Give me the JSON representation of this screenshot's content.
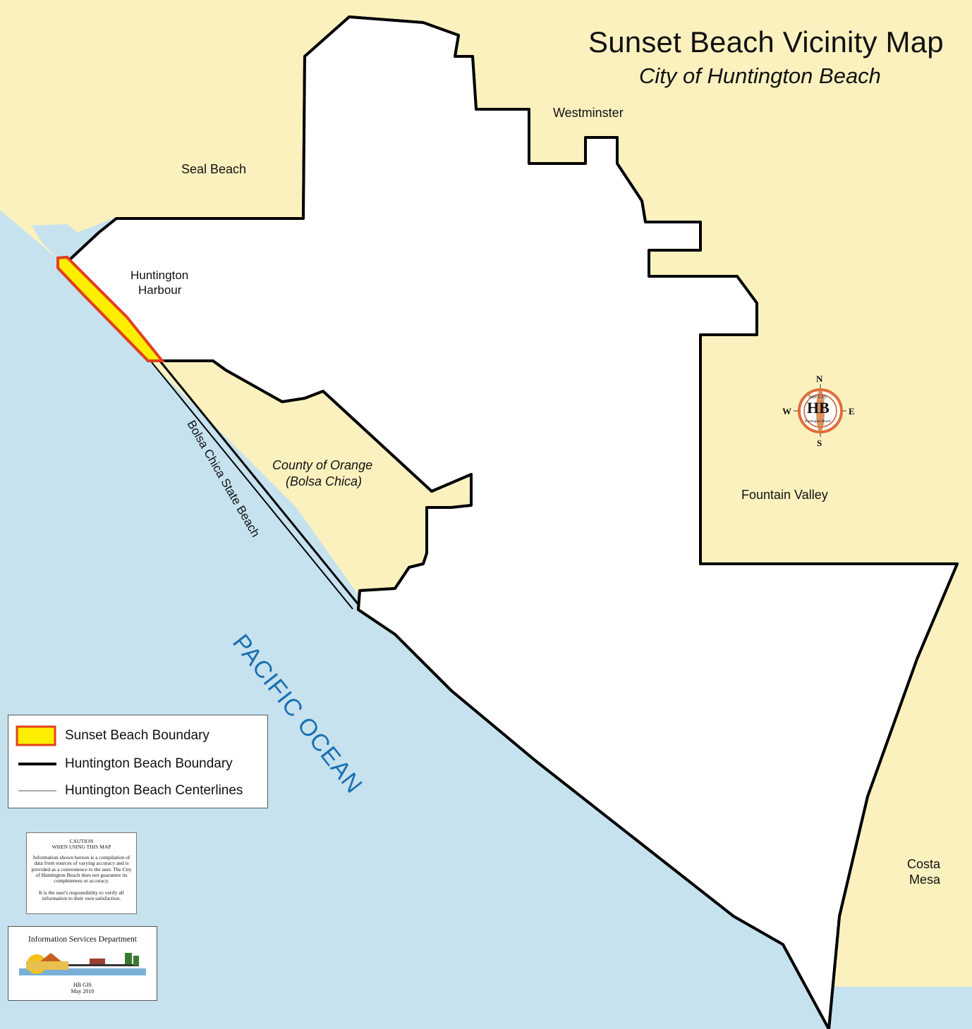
{
  "map": {
    "title": "Sunset Beach Vicinity Map",
    "subtitle": "City of Huntington Beach"
  },
  "places": {
    "westminster": "Westminster",
    "seal_beach": "Seal Beach",
    "huntington_harbour_1": "Huntington",
    "huntington_harbour_2": "Harbour",
    "county_1": "County of Orange",
    "county_2": "(Bolsa Chica)",
    "fountain_valley": "Fountain Valley",
    "costa_mesa_1": "Costa",
    "costa_mesa_2": "Mesa",
    "pacific_ocean": "PACIFIC OCEAN",
    "bolsa_chica_state_beach": "Bolsa Chica State Beach"
  },
  "compass": {
    "n": "N",
    "s": "S",
    "e": "E",
    "w": "W",
    "badge_top": "Surf City",
    "badge_center": "HB",
    "badge_bottom": "Huntington Beach"
  },
  "legend": {
    "items": [
      {
        "label": "Sunset Beach Boundary",
        "swatch": "fill"
      },
      {
        "label": "Huntington Beach Boundary",
        "swatch": "thick-line"
      },
      {
        "label": "Huntington Beach Centerlines",
        "swatch": "thin-line"
      }
    ]
  },
  "caution": {
    "heading_1": "CAUTION",
    "heading_2": "WHEN USING THIS MAP",
    "body": "Information shown hereon is a compilation of data from sources of varying accuracy and is provided as a convenience to the user. The City of Huntington Beach does not guarantee its completeness or accuracy.",
    "body_2": "It is the user's responsibility to verify all information to their own satisfaction."
  },
  "credits": {
    "department": "Information Services Department",
    "unit": "HB GIS",
    "date": "May 2010"
  },
  "colors": {
    "land": "#fbf1bf",
    "water": "#c6e2ef",
    "city": "#ffffff",
    "boundary": "#000000",
    "centerline": "#8f8f8f",
    "sunset_fill": "#ffee00",
    "sunset_stroke": "#e2401f",
    "ocean_text": "#1a6fb0",
    "compass_ring": "#e06d3a"
  }
}
